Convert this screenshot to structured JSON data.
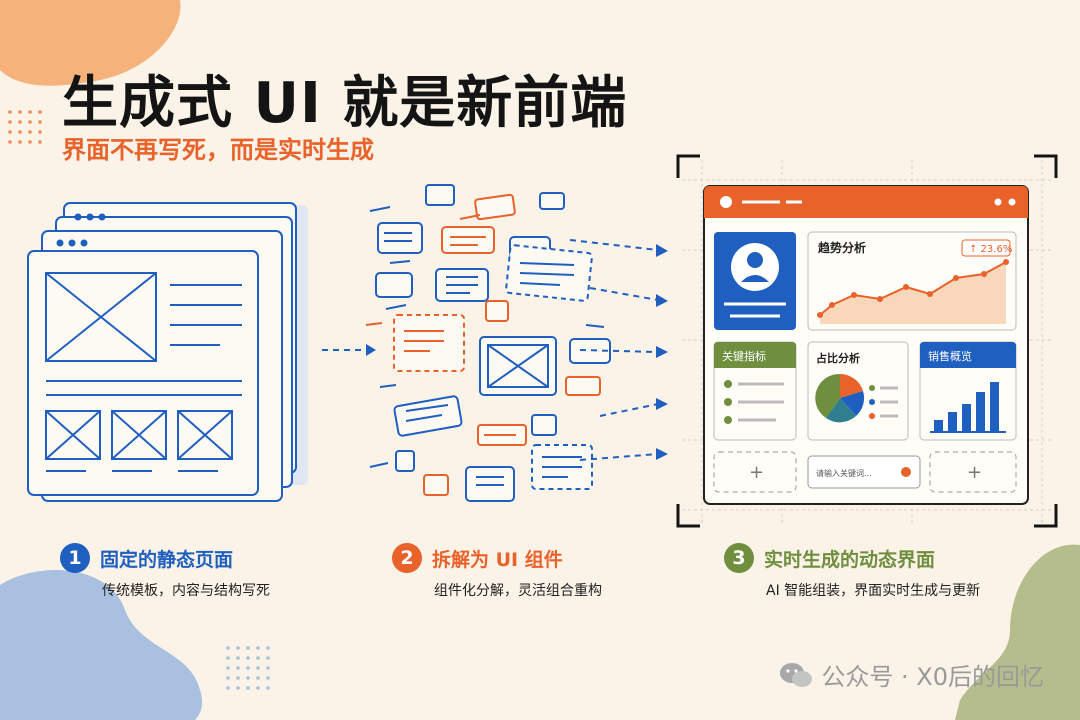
{
  "title": "生成式 UI 就是新前端",
  "subtitle": "界面不再写死，而是实时生成",
  "steps": [
    {
      "number": "1",
      "label": "固定的静态页面",
      "desc": "传统模板，内容与结构写死",
      "color": "#1f5fbf"
    },
    {
      "number": "2",
      "label": "拆解为 UI 组件",
      "desc": "组件化分解，灵活组合重构",
      "color": "#e8622a"
    },
    {
      "number": "3",
      "label": "实时生成的动态界面",
      "desc": "AI 智能组装，界面实时生成与更新",
      "color": "#6f8f3f"
    }
  ],
  "dashboard": {
    "trend_title": "趋势分析",
    "trend_badge": "↑ 23.6%",
    "kpi_title": "关键指标",
    "pie_title": "占比分析",
    "sales_title": "销售概览",
    "search_placeholder": "请输入关键词...",
    "add_symbol": "+"
  },
  "watermark": "公众号 · X0后的回忆",
  "colors": {
    "blue": "#1f5fbf",
    "orange": "#e8622a",
    "green": "#6f8f3f",
    "teal": "#2f7f8f"
  }
}
